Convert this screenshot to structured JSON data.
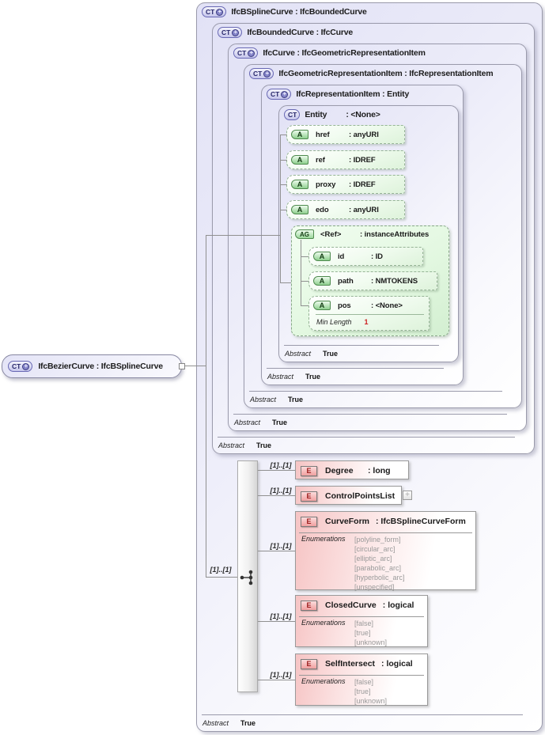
{
  "badges": {
    "ct": "CT",
    "e": "E",
    "a": "A",
    "ag": "AG",
    "plus": "+"
  },
  "expand_button": "+",
  "cardinality": "[1]..[1]",
  "abstract": {
    "label": "Abstract",
    "value": "True"
  },
  "bezier": {
    "title": "IfcBezierCurve : IfcBSplineCurve"
  },
  "boxes": [
    {
      "title": "IfcBSplineCurve : IfcBoundedCurve"
    },
    {
      "title": "IfcBoundedCurve : IfcCurve"
    },
    {
      "title": "IfcCurve : IfcGeometricRepresentationItem"
    },
    {
      "title": "IfcGeometricRepresentationItem : IfcRepresentationItem"
    },
    {
      "title": "IfcRepresentationItem : Entity"
    }
  ],
  "entity": {
    "name": "Entity",
    "type": ": <None>"
  },
  "attributes": [
    {
      "name": "href",
      "type": ": anyURI"
    },
    {
      "name": "ref",
      "type": ": IDREF"
    },
    {
      "name": "proxy",
      "type": ": IDREF"
    },
    {
      "name": "edo",
      "type": ": anyURI"
    }
  ],
  "attr_group": {
    "name": "<Ref>",
    "type": ": instanceAttributes",
    "attrs": [
      {
        "name": "id",
        "type": ": ID"
      },
      {
        "name": "path",
        "type": ": NMTOKENS"
      },
      {
        "name": "pos",
        "type": ": <None>",
        "facet_label": "Min Length",
        "facet_value": "1"
      }
    ]
  },
  "enumerations_label": "Enumerations",
  "elements": [
    {
      "name": "Degree",
      "type": ": long"
    },
    {
      "name": "ControlPointsList",
      "type": ""
    },
    {
      "name": "CurveForm",
      "type": ": IfcBSplineCurveForm",
      "enums": [
        "[polyline_form]",
        "[circular_arc]",
        "[elliptic_arc]",
        "[parabolic_arc]",
        "[hyperbolic_arc]",
        "[unspecified]"
      ]
    },
    {
      "name": "ClosedCurve",
      "type": ": logical",
      "enums": [
        "[false]",
        "[true]",
        "[unknown]"
      ]
    },
    {
      "name": "SelfIntersect",
      "type": ": logical",
      "enums": [
        "[false]",
        "[true]",
        "[unknown]"
      ]
    }
  ]
}
